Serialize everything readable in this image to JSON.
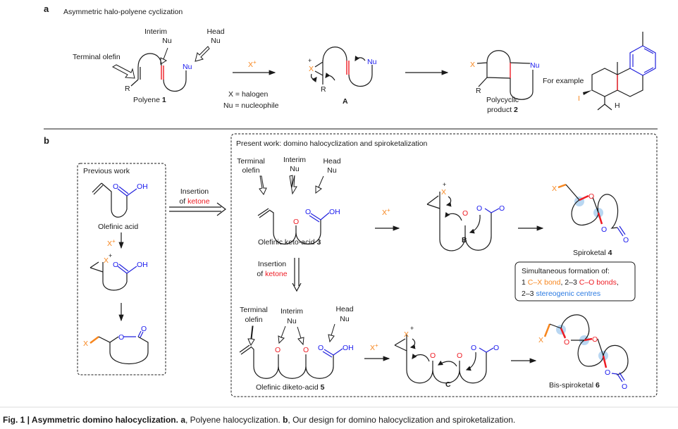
{
  "panel_a": {
    "letter": "a",
    "title": "Asymmetric halo-polyene cyclization",
    "terminal_olefin": "Terminal olefin",
    "interim": [
      "Interim",
      "Nu"
    ],
    "head": [
      "Head",
      "Nu"
    ],
    "nu": "Nu",
    "r": "R",
    "polyene_label": "Polyene ",
    "polyene_num": "1",
    "reagent": "X",
    "reagent_sup": "+",
    "def_x": "X = halogen",
    "def_nu": "Nu = nucleophile",
    "x": "X",
    "plus": "+",
    "intermediate": "A",
    "product_line1": "Polycyclic",
    "product_line2": "product ",
    "product_num": "2",
    "for_example": "For example",
    "iodo": "I",
    "h": "H"
  },
  "panel_b": {
    "letter": "b",
    "previous": {
      "title": "Previous work",
      "oh": "OH",
      "o": "O",
      "acid_label": "Olefinic acid",
      "x": "X",
      "plus": "+"
    },
    "insertion1": [
      "Insertion",
      "of ",
      "ketone"
    ],
    "present": {
      "title": "Present work: domino halocyclization and spiroketalization",
      "terminal": [
        "Terminal",
        "olefin"
      ],
      "interim": [
        "Interim",
        "Nu"
      ],
      "head": [
        "Head",
        "Nu"
      ],
      "o": "O",
      "oh": "OH",
      "x": "X",
      "plus": "+",
      "keto_acid_label": "Olefinic keto-acid ",
      "keto_acid_num": "3",
      "int_b": "B",
      "spiro_label": "Spiroketal ",
      "spiro_num": "4",
      "insertion2": [
        "Insertion",
        "of ",
        "ketone"
      ],
      "diketo_label": "Olefinic diketo-acid ",
      "diketo_num": "5",
      "int_c": "C",
      "bis_label": "Bis-spiroketal ",
      "bis_num": "6"
    },
    "summary": {
      "line1": "Simultaneous formation of:",
      "l2a": "1 ",
      "l2b": "C–X bond",
      "l2c": ", 2–3 ",
      "l2d": "C–O bonds",
      "l2e": ",",
      "l3a": "2–3 ",
      "l3b": "stereogenic centres"
    }
  },
  "caption": {
    "fig": "Fig. 1 | Asymmetric domino halocyclization.",
    "a": "a",
    "a_text": ", Polyene halocyclization. ",
    "b": "b",
    "b_text": ", Our design for domino halocyclization and spiroketalization."
  },
  "colors": {
    "halogen": "#f7861e",
    "oxygen": "#ee1c24",
    "nucleophile": "#1a1aee",
    "stereocentre": "#a8cdef"
  }
}
